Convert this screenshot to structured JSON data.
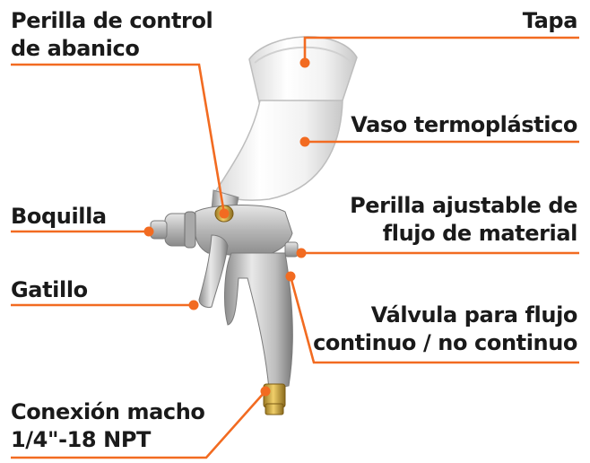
{
  "colors": {
    "accent": "#f26b21",
    "text": "#1a1a1a",
    "background": "#ffffff"
  },
  "image": {
    "subject": "spray-gun-illustration"
  },
  "labels": {
    "perilla_abanico": {
      "line1": "Perilla de control",
      "line2": "de abanico"
    },
    "tapa": "Tapa",
    "vaso": "Vaso termoplástico",
    "boquilla": "Boquilla",
    "perilla_flujo": {
      "line1": "Perilla ajustable de",
      "line2": "flujo de material"
    },
    "gatillo": "Gatillo",
    "valvula": {
      "line1": "Válvula para flujo",
      "line2": "continuo / no continuo"
    },
    "conexion": {
      "line1": "Conexión macho",
      "line2": "1/4\"-18 NPT"
    }
  }
}
